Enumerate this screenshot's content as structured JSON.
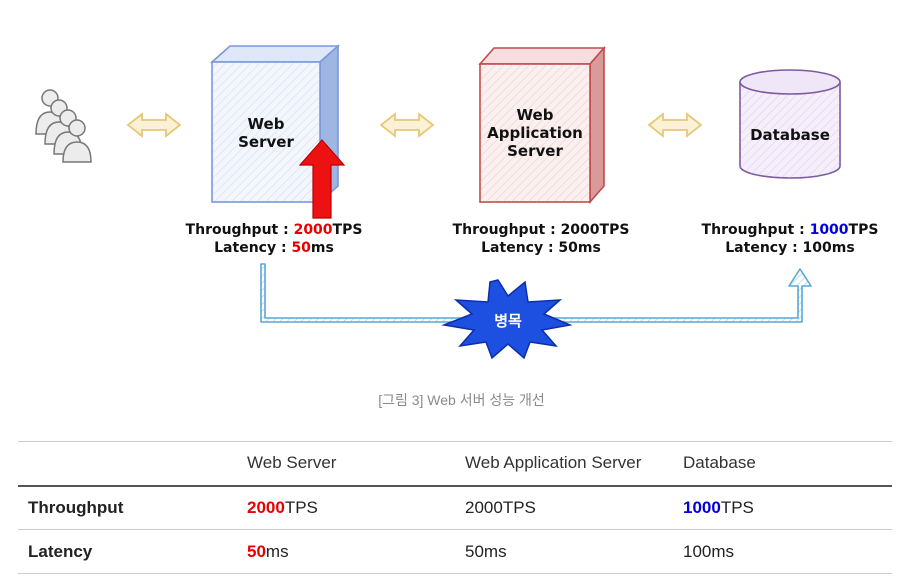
{
  "diagram": {
    "web_server": {
      "name_line1": "Web",
      "name_line2": "Server",
      "throughput_label": "Throughput : ",
      "throughput_value": "2000",
      "throughput_unit": "TPS",
      "latency_label": "Latency : ",
      "latency_value": "50",
      "latency_unit": "ms"
    },
    "web_application_server": {
      "name_line1": "Web",
      "name_line2": "Application",
      "name_line3": "Server",
      "throughput_text": "Throughput : 2000TPS",
      "latency_text": "Latency : 50ms"
    },
    "database": {
      "name": "Database",
      "throughput_label": "Throughput : ",
      "throughput_value": "1000",
      "throughput_unit": "TPS",
      "latency_text": "Latency : 100ms"
    },
    "bottleneck_label": "병목",
    "colors": {
      "red_highlight": "#e80000",
      "blue_highlight": "#0000dd",
      "web_server_box": "#7a98d8",
      "was_box": "#c24a4a",
      "database_box": "#7b5aa0",
      "burst": "#1d4fe0",
      "flow_arrow": "#5aa7d6",
      "bidirectional_arrow": "#e7c878"
    }
  },
  "caption": "[그림 3] Web 서버 성능 개선",
  "table": {
    "headers": [
      "",
      "Web Server",
      "Web Application Server",
      "Database"
    ],
    "rows": {
      "throughput": {
        "label": "Throughput",
        "web_server_value": "2000",
        "web_server_unit": "TPS",
        "was": "2000TPS",
        "database_value": "1000",
        "database_unit": "TPS"
      },
      "latency": {
        "label": "Latency",
        "web_server_value": "50",
        "web_server_unit": "ms",
        "was": "50ms",
        "database": "100ms"
      }
    }
  }
}
